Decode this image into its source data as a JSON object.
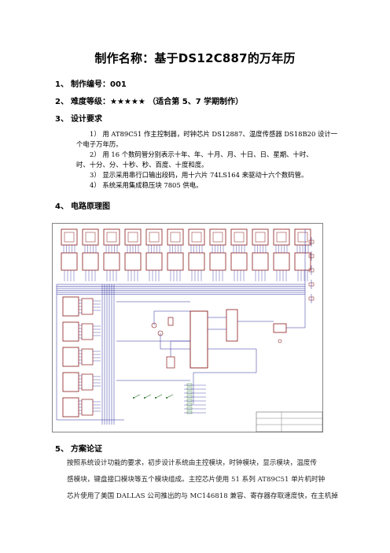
{
  "title": "制作名称：基于DS12C887的万年历",
  "sections": [
    {
      "num": "1、",
      "label": "制作编号：001"
    },
    {
      "num": "2、",
      "label": "难度等级：★★★★★ （适合第 5、7 学期制作）"
    },
    {
      "num": "3、",
      "label": "设计要求"
    },
    {
      "num": "4、",
      "label": "电路原理图"
    },
    {
      "num": "5、",
      "label": "方案论证"
    }
  ],
  "requirements": [
    "1） 用 AT89C51 作主控制器，时钟芯片 DS12887、温度传感器 DS18B20 设计一",
    "个电子万年历。",
    "2） 用 16 个数码管分别表示十年、年、十月、月、十日、日、星期、十时、",
    "时、十分、分、十秒、秒、百度、十度和度。",
    "3） 显示采用串行口输出段码，用十六片 74LS164 来驱动十六个数码管。",
    "4） 系统采用集成稳压块 7805 供电。"
  ],
  "scheme": [
    "按照系统设计功能的要求，初步设计系统由主控模块，时钟模块，显示模块，温度传",
    "感模块，键盘接口模块等五个模块组成。主控芯片使用 51 系列 AT89C51 单片机时钟",
    "芯片使用了美国 DALLAS 公司推出的与 MC146818 兼容、寄存器存取速度快，在主机掉"
  ],
  "colors": {
    "wire": "#2a2a9c",
    "component": "#8b1a1a",
    "label": "#1b6b1b",
    "frame": "#666666"
  }
}
